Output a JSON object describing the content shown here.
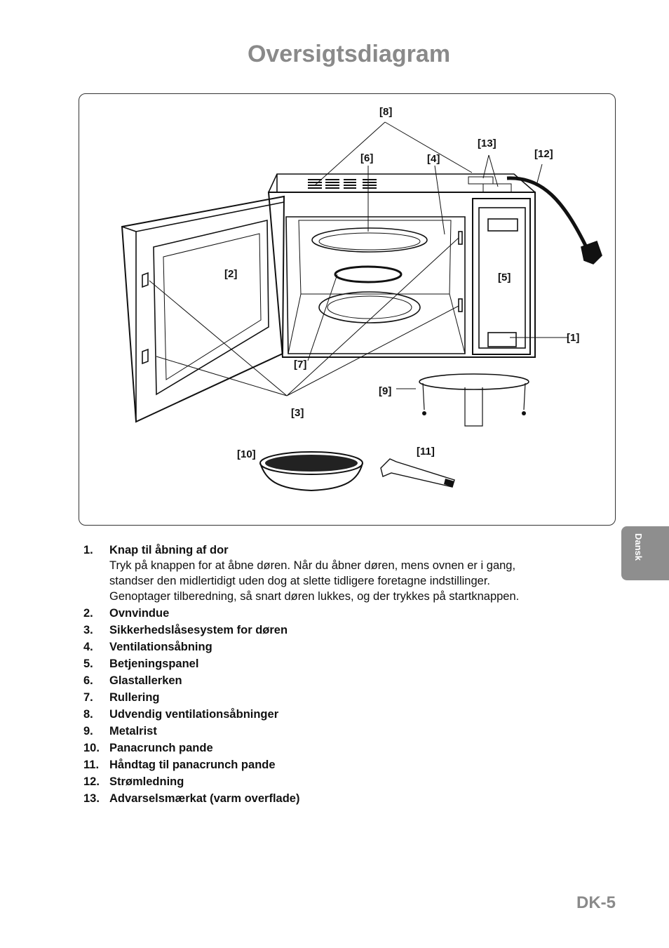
{
  "page": {
    "title": "Oversigtsdiagram",
    "language_tab": "Dansk",
    "page_number": "DK-5"
  },
  "figure": {
    "callouts": {
      "c1": "[1]",
      "c2": "[2]",
      "c3": "[3]",
      "c4": "[4]",
      "c5": "[5]",
      "c6": "[6]",
      "c7": "[7]",
      "c8": "[8]",
      "c9": "[9]",
      "c10": "[10]",
      "c11": "[11]",
      "c12": "[12]",
      "c13": "[13]"
    }
  },
  "legend": [
    {
      "num": "1.",
      "label": "Knap til åbning af dor",
      "desc": [
        "Tryk på knappen for at åbne døren. Når du åbner døren, mens ovnen er i gang,",
        "standser den midlertidigt uden dog at slette tidligere foretagne indstillinger.",
        "Genoptager tilberedning, så snart døren lukkes, og der trykkes på startknappen."
      ]
    },
    {
      "num": "2.",
      "label": "Ovnvindue"
    },
    {
      "num": "3.",
      "label": "Sikkerhedslåsesystem for døren"
    },
    {
      "num": "4.",
      "label": "Ventilationsåbning"
    },
    {
      "num": "5.",
      "label": "Betjeningspanel"
    },
    {
      "num": "6.",
      "label": "Glastallerken"
    },
    {
      "num": "7.",
      "label": "Rullering"
    },
    {
      "num": "8.",
      "label": "Udvendig ventilationsåbninger"
    },
    {
      "num": "9.",
      "label": "Metalrist"
    },
    {
      "num": "10.",
      "label": "Panacrunch pande"
    },
    {
      "num": "11.",
      "label": "Håndtag til panacrunch pande"
    },
    {
      "num": "12.",
      "label": "Strømledning"
    },
    {
      "num": "13.",
      "label": "Advarselsmærkat (varm overflade)"
    }
  ]
}
